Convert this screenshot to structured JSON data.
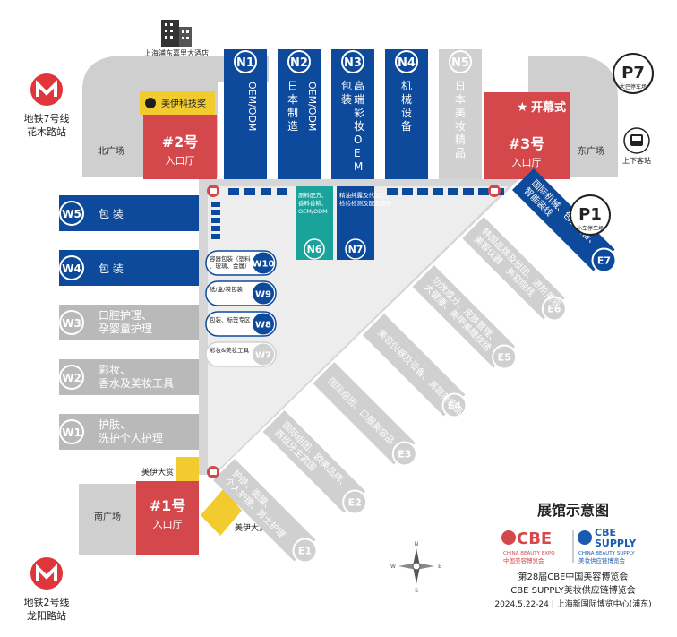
{
  "colors": {
    "blue": "#0d4a9c",
    "teal": "#1aa39b",
    "gray": "#b9b9b9",
    "light_gray": "#d0d0d0",
    "plaza": "#cfcfcf",
    "red": "#d4474a",
    "yellow": "#f2cc2f",
    "metro_red": "#e0353a"
  },
  "metro": {
    "line7_icon": "metro-logo-icon",
    "line7_line": "地铁7号线",
    "line7_station": "花木路站",
    "line2_line": "地铁2号线",
    "line2_station": "龙阳路站"
  },
  "hotel": {
    "icon": "building-icon",
    "label": "上海浦东嘉里大酒店"
  },
  "parking": {
    "p7": {
      "code": "P7",
      "label": "大巴停车场"
    },
    "p1": {
      "code": "P1",
      "label": "小车停车场"
    },
    "bus_icon": "bus-icon",
    "bus_label": "上下客站"
  },
  "plazas": {
    "north": "北广场",
    "east": "东广场",
    "south": "南广场"
  },
  "entrances": {
    "e2": {
      "number": "#2号",
      "label": "入口厅"
    },
    "e3": {
      "number": "#3号",
      "label": "入口厅"
    },
    "e1": {
      "number": "#1号",
      "label": "入口厅"
    }
  },
  "awards": {
    "tech_award": "美伊科技奖",
    "grand_award_top": "美伊大赏",
    "grand_award_bottom": "美伊大赏"
  },
  "opening": {
    "icon": "star-icon",
    "label": "开幕式"
  },
  "north_halls": [
    {
      "code": "N1",
      "theme": "OEM/ODM",
      "active": true
    },
    {
      "code": "N2",
      "theme": "日本制造、OEM/ODM",
      "active": true
    },
    {
      "code": "N3",
      "theme": "包装、高端彩妆OEM",
      "active": true
    },
    {
      "code": "N4",
      "theme": "机械设备",
      "active": true
    },
    {
      "code": "N5",
      "theme": "日本美妆精品",
      "active": false
    }
  ],
  "west_halls": [
    {
      "code": "W5",
      "theme": "包 装",
      "active": true
    },
    {
      "code": "W4",
      "theme": "包 装",
      "active": true
    },
    {
      "code": "W3",
      "theme": "口腔护理、孕婴童护理",
      "active": false
    },
    {
      "code": "W2",
      "theme": "彩妆、香水及美妆工具",
      "active": false
    },
    {
      "code": "W1",
      "theme": "护肤、洗护个人护理",
      "active": false
    }
  ],
  "inner_halls": [
    {
      "code": "W10",
      "theme": "容器包装（塑料、玻璃、金属）",
      "active": true
    },
    {
      "code": "W9",
      "theme": "纸/盒/袋包装",
      "active": true
    },
    {
      "code": "W8",
      "theme": "包装、标签专区",
      "active": true
    },
    {
      "code": "W7",
      "theme": "彩妆&美妆工具",
      "active": false
    }
  ],
  "center_halls": [
    {
      "code": "N6",
      "theme": "原料配方、香料香精、OEM/ODM"
    },
    {
      "code": "N7",
      "theme": "精油纯露及代加工、检验检测及配套服务"
    }
  ],
  "east_halls": [
    {
      "code": "E7",
      "theme": "国际机械、包装设备、智能装线",
      "active": true
    },
    {
      "code": "E6",
      "theme": "韩国品牌及组团、进阶美容、美容仪器、美容院线",
      "active": false
    },
    {
      "code": "E5",
      "theme": "功效成分、皮肤管理、大健康、美甲美睫纹绣",
      "active": false
    },
    {
      "code": "E4",
      "theme": "美容仪器及设备、高端美容品",
      "active": false
    },
    {
      "code": "E3",
      "theme": "国际组团、口服美容品",
      "active": false
    },
    {
      "code": "E2",
      "theme": "国际组团、欧美品牌、西班牙主宾国",
      "active": false
    },
    {
      "code": "E1",
      "theme": "护肤、面膜、个人护理、男士护理",
      "active": false
    }
  ],
  "legend": {
    "title": "展馆示意图",
    "cbe_logo": "CBE",
    "cbe_en": "CHINA BEAUTY EXPO",
    "cbe_cn": "中国美容博览会",
    "supply_logo_1": "CBE",
    "supply_logo_2": "SUPPLY",
    "supply_en": "CHINA BEAUTY SUPPLY",
    "supply_cn": "美妆供应链博览会",
    "line1": "第28届CBE中国美容博览会",
    "line2": "CBE SUPPLY美妆供应链博览会",
    "line3": "2024.5.22-24 | 上海新国际博览中心(浦东)"
  },
  "compass": {
    "icon": "compass-icon",
    "n": "N",
    "s": "S",
    "e": "E",
    "w": "W"
  }
}
